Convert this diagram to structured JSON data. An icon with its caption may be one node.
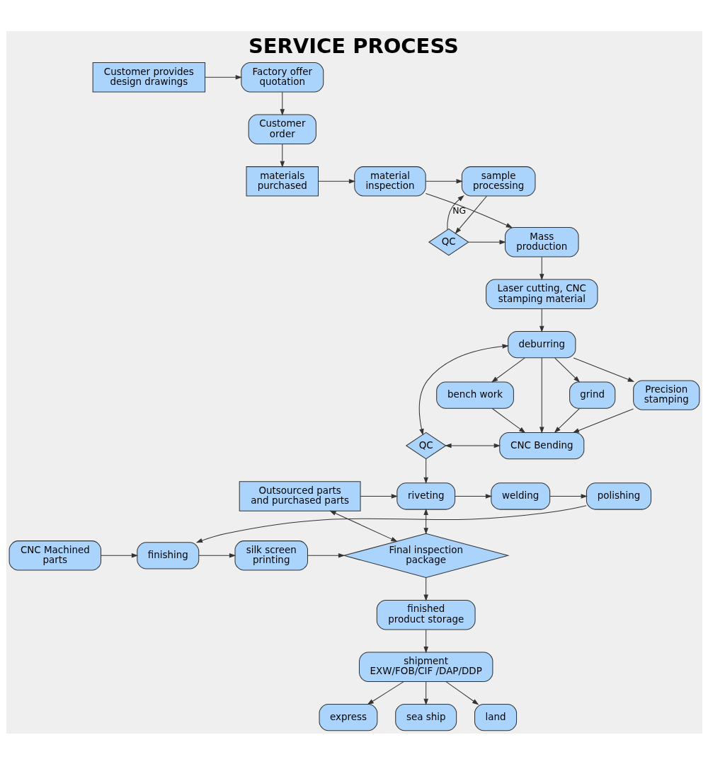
{
  "diagram": {
    "title": "SERVICE PROCESS",
    "nodes": [
      {
        "text": [
          "Customer provides design drawings"
        ]
      },
      {
        "text": [
          "Factory offer quotation"
        ]
      },
      {
        "text": [
          "Customer order"
        ]
      },
      {
        "text": [
          "materials purchased"
        ]
      },
      {
        "text": [
          "material inspection"
        ]
      },
      {
        "text": [
          "sample processing"
        ]
      },
      {
        "text": [
          "QC"
        ]
      },
      {
        "text": [
          "Mass production"
        ]
      },
      {
        "text": [
          "Laser cutting, CNC stamping material"
        ]
      },
      {
        "text": [
          "deburring"
        ]
      },
      {
        "text": [
          "grind"
        ]
      },
      {
        "text": [
          "Precision stamping"
        ]
      },
      {
        "text": [
          "bench work"
        ]
      },
      {
        "text": [
          "QC"
        ]
      },
      {
        "text": [
          "CNC Bending"
        ]
      },
      {
        "text": [
          "Outsourced parts and purchased parts"
        ]
      },
      {
        "text": [
          "riveting"
        ]
      },
      {
        "text": [
          "welding"
        ]
      },
      {
        "text": [
          "polishing"
        ]
      },
      {
        "text": [
          "Final inspection package"
        ]
      },
      {
        "text": [
          "silk screen printing"
        ]
      },
      {
        "text": [
          "finishing"
        ]
      },
      {
        "text": [
          "CNC Machined parts"
        ]
      },
      {
        "text": [
          "finished product storage"
        ]
      },
      {
        "text": [
          "shipment EXW/FOB/CIF /DAP/DDP"
        ]
      },
      {
        "text": [
          "express"
        ]
      },
      {
        "text": [
          "sea ship"
        ]
      },
      {
        "text": [
          "land"
        ]
      }
    ],
    "edges": [
      {
        "from": 0,
        "to": 1,
        "arrow": "to"
      },
      {
        "from": 1,
        "to": 2,
        "arrow": "to"
      },
      {
        "from": 2,
        "to": 3,
        "arrow": "to"
      },
      {
        "from": 3,
        "to": 4,
        "arrow": "to"
      },
      {
        "from": 4,
        "to": 5,
        "arrow": "to"
      },
      {
        "from": 4,
        "to": 7,
        "arrow": "to"
      },
      {
        "from": 5,
        "to": 6,
        "arrow": "to"
      },
      {
        "from": 6,
        "to": 7,
        "arrow": "to"
      },
      {
        "from": 6,
        "to": 5,
        "arrow": "to",
        "label": "NG"
      },
      {
        "from": 7,
        "to": 8,
        "arrow": "to"
      },
      {
        "from": 8,
        "to": 9,
        "arrow": "to"
      },
      {
        "from": 9,
        "to": 10,
        "arrow": "to"
      },
      {
        "from": 9,
        "to": 11,
        "arrow": "to"
      },
      {
        "from": 9,
        "to": 12,
        "arrow": "to"
      },
      {
        "from": 9,
        "to": 14,
        "arrow": "to"
      },
      {
        "from": 13,
        "to": 9,
        "arrow": "both"
      },
      {
        "from": 10,
        "to": 14,
        "arrow": "to"
      },
      {
        "from": 11,
        "to": 14,
        "arrow": "to"
      },
      {
        "from": 12,
        "to": 14,
        "arrow": "to"
      },
      {
        "from": 13,
        "to": 14,
        "arrow": "both"
      },
      {
        "from": 13,
        "to": 16,
        "arrow": "to"
      },
      {
        "from": 15,
        "to": 16,
        "arrow": "to"
      },
      {
        "from": 16,
        "to": 17,
        "arrow": "to"
      },
      {
        "from": 17,
        "to": 18,
        "arrow": "to"
      },
      {
        "from": 18,
        "to": 21,
        "arrow": "to"
      },
      {
        "from": 22,
        "to": 21,
        "arrow": "to"
      },
      {
        "from": 21,
        "to": 20,
        "arrow": "to"
      },
      {
        "from": 20,
        "to": 19,
        "arrow": "to"
      },
      {
        "from": 16,
        "to": 19,
        "arrow": "both"
      },
      {
        "from": 19,
        "to": 15,
        "arrow": "both"
      },
      {
        "from": 19,
        "to": 23,
        "arrow": "to"
      },
      {
        "from": 23,
        "to": 24,
        "arrow": "to"
      },
      {
        "from": 24,
        "to": 25,
        "arrow": "to"
      },
      {
        "from": 24,
        "to": 26,
        "arrow": "to"
      },
      {
        "from": 24,
        "to": 27,
        "arrow": "to"
      }
    ]
  }
}
